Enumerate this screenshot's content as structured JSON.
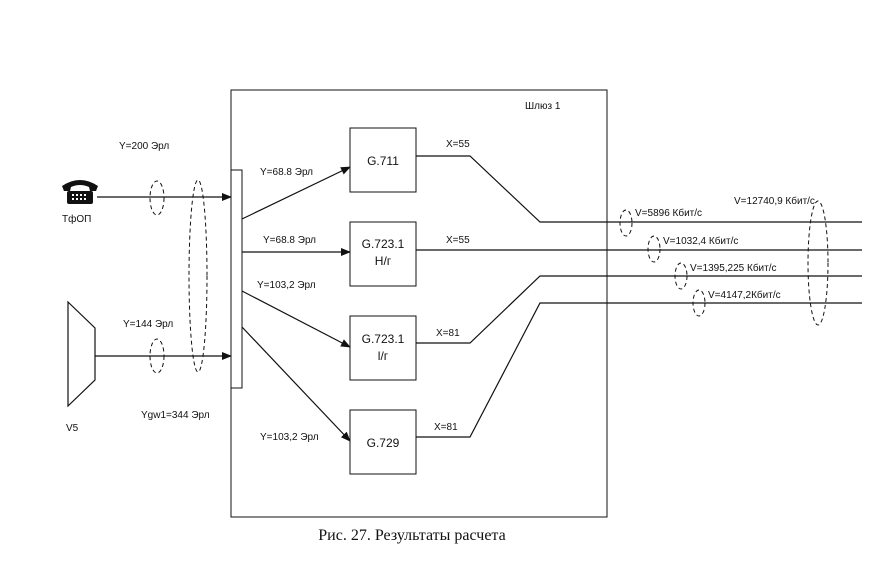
{
  "gateway": {
    "title": "Шлюз 1"
  },
  "sources": {
    "pstn": {
      "label": "ТфОП",
      "load": "Y=200 Эрл"
    },
    "v5": {
      "label": "V5",
      "load": "Y=144 Эрл"
    },
    "total_load": "Ygw1=344 Эрл"
  },
  "codecs": [
    {
      "name": "G.711",
      "sub": "",
      "load": "Y=68.8 Эрл",
      "x": "X=55",
      "v": "V=5896 Кбит/с"
    },
    {
      "name": "G.723.1",
      "sub": "Н/г",
      "load": "Y=68.8 Эрл",
      "x": "X=55",
      "v": "V=1032,4 Кбит/с"
    },
    {
      "name": "G.723.1",
      "sub": "l/г",
      "load": "Y=103,2 Эрл",
      "x": "X=81",
      "v": "V=1395,225 Кбит/с"
    },
    {
      "name": "G.729",
      "sub": "",
      "load": "Y=103,2 Эрл",
      "x": "X=81",
      "v": "V=4147,2Кбит/с"
    }
  ],
  "total_bandwidth": "V=12740,9 Кбит/с",
  "caption": "Рис. 27. Результаты расчета",
  "icons": {
    "phone": "telephone-icon",
    "v5": "trapezoid-icon"
  }
}
